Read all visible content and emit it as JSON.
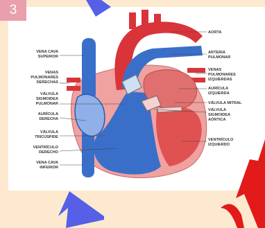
{
  "slide": {
    "number": "3"
  },
  "colors": {
    "background": "#fde9cf",
    "badge": "#e9a0ad",
    "artery_red": "#d9343a",
    "vein_blue": "#3a6fc9",
    "arrow_blue": "#5560e6",
    "arrow_red": "#e21a1a"
  },
  "labels": {
    "aorta": "AORTA",
    "arteria_pulmonar": [
      "ARTERIA",
      "PULMONAR"
    ],
    "venas_pulm_izq": [
      "VENAS",
      "PULMONARES",
      "IZQUIERDAS"
    ],
    "auricula_izq": [
      "AURÍCULA",
      "IZQUIERDA"
    ],
    "valvula_mitral": "VÁLVULA MITRAL",
    "valvula_sig_aortica": [
      "VÁLVULA",
      "SIGMOIDEA",
      "AÓRTICA"
    ],
    "ventriculo_izq": [
      "VENTRÍCULO",
      "IZQUIERDO"
    ],
    "vena_cava_sup": [
      "VENA CAVA",
      "SUPERIOR"
    ],
    "venas_pulm_der": [
      "VENAS",
      "PULMONARES",
      "DERECHAS"
    ],
    "valvula_sig_pulmonar": [
      "VÁLVULA",
      "SIGMOIDEA",
      "PULMONAR"
    ],
    "auricula_der": [
      "AURÍCULA",
      "DERECHA"
    ],
    "valvula_tricuspide": [
      "VÁLVULA",
      "TRICÚSPIDE"
    ],
    "ventriculo_der": [
      "VENTRÍCULO",
      "DERECHO"
    ],
    "vena_cava_inf": [
      "VENA CAVA",
      "INFERIOR"
    ]
  }
}
